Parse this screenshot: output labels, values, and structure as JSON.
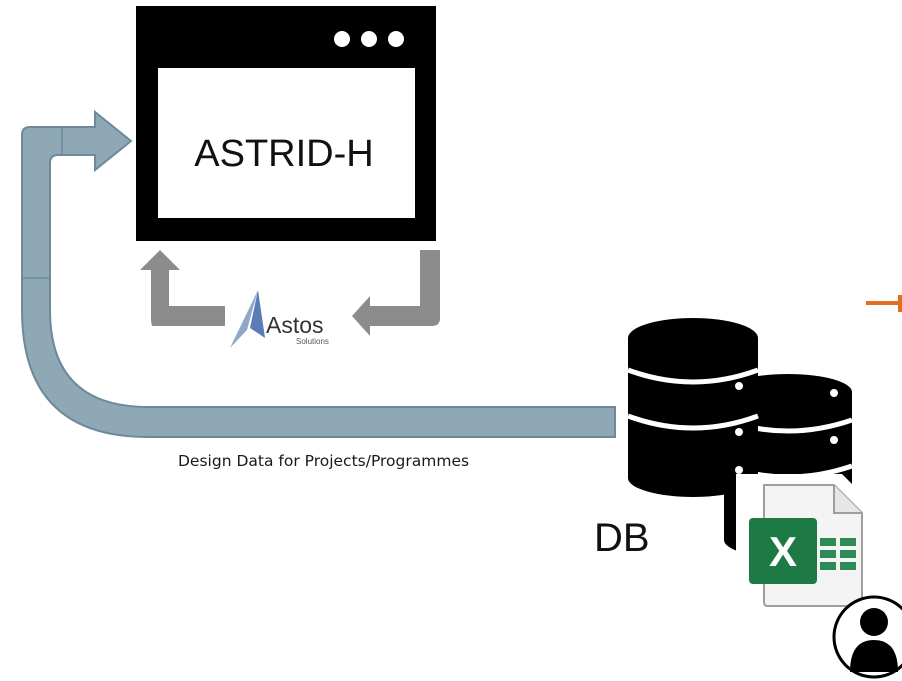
{
  "app_window": {
    "title": "ASTRID-H",
    "window_dots": 3
  },
  "logo": {
    "name": "Astos",
    "subtitle": "Solutions"
  },
  "flow": {
    "caption": "Design Data for Projects/Programmes"
  },
  "database": {
    "label": "DB"
  },
  "spreadsheet": {
    "badge": "X"
  },
  "colors": {
    "window_frame": "#000000",
    "flow_arrow_fill": "#8FA8B5",
    "flow_arrow_stroke": "#6E8A99",
    "loop_arrow": "#8C8C8C",
    "logo_blue": "#5B7DB5",
    "excel_green": "#1E7A45",
    "accent_orange": "#E07020"
  }
}
